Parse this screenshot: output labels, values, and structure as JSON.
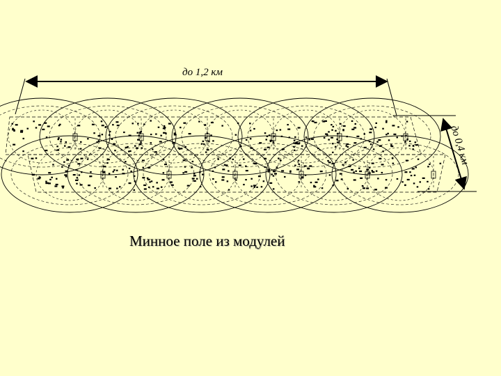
{
  "diagram": {
    "length_label": "до 1,2 км",
    "depth_label": "до 0,4 км",
    "caption": "Минное поле из модулей",
    "colors": {
      "background": "#ffffcc",
      "ink": "#000000"
    }
  }
}
